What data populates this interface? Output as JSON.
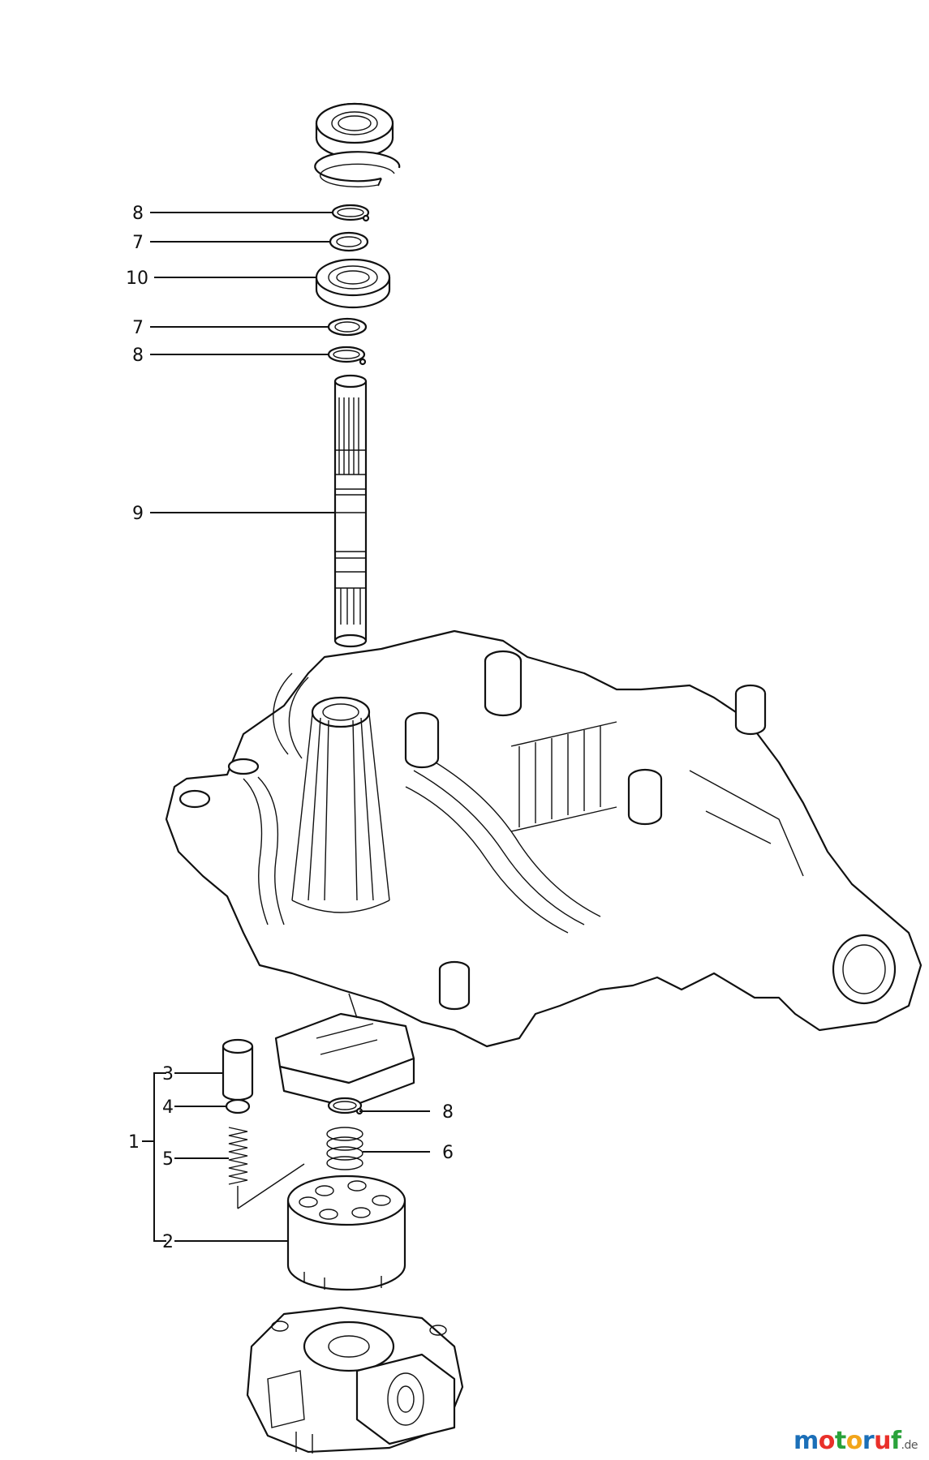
{
  "callouts": [
    {
      "id": "c8a",
      "text": "8"
    },
    {
      "id": "c7a",
      "text": "7"
    },
    {
      "id": "c10",
      "text": "10"
    },
    {
      "id": "c7b",
      "text": "7"
    },
    {
      "id": "c8b",
      "text": "8"
    },
    {
      "id": "c9",
      "text": "9"
    },
    {
      "id": "c3",
      "text": "3"
    },
    {
      "id": "c4",
      "text": "4"
    },
    {
      "id": "c1",
      "text": "1"
    },
    {
      "id": "c5",
      "text": "5"
    },
    {
      "id": "c2",
      "text": "2"
    },
    {
      "id": "c8c",
      "text": "8"
    },
    {
      "id": "c6",
      "text": "6"
    }
  ],
  "watermark": {
    "letters": [
      {
        "ch": "m",
        "color": "#1b6fb8"
      },
      {
        "ch": "o",
        "color": "#e9302a"
      },
      {
        "ch": "t",
        "color": "#2aa23b"
      },
      {
        "ch": "o",
        "color": "#f2a51a"
      },
      {
        "ch": "r",
        "color": "#1b6fb8"
      },
      {
        "ch": "u",
        "color": "#e9302a"
      },
      {
        "ch": "f",
        "color": "#2aa23b"
      }
    ],
    "suffix": ".de"
  }
}
